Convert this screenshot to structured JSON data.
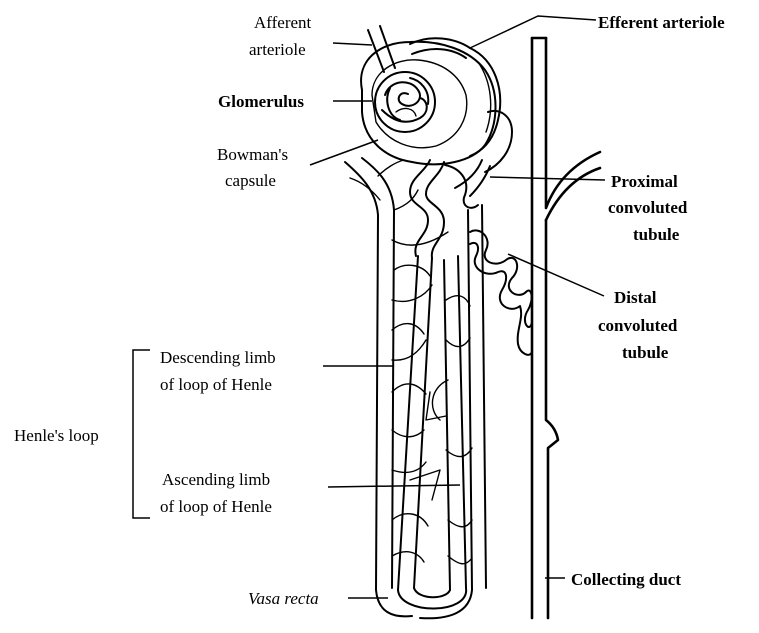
{
  "labels": {
    "afferent_line1": "Afferent",
    "afferent_line2": "arteriole",
    "efferent": "Efferent arteriole",
    "glomerulus": "Glomerulus",
    "bowman_line1": "Bowman's",
    "bowman_line2": "capsule",
    "proximal_line1": "Proximal",
    "proximal_line2": "convoluted",
    "proximal_line3": "tubule",
    "distal_line1": "Distal",
    "distal_line2": "convoluted",
    "distal_line3": "tubule",
    "descending_line1": "Descending limb",
    "descending_line2": "of loop of Henle",
    "henles_loop": "Henle's loop",
    "ascending_line1": "Ascending limb",
    "ascending_line2": "of loop of Henle",
    "vasa_recta": "Vasa recta",
    "collecting_duct": "Collecting duct"
  }
}
